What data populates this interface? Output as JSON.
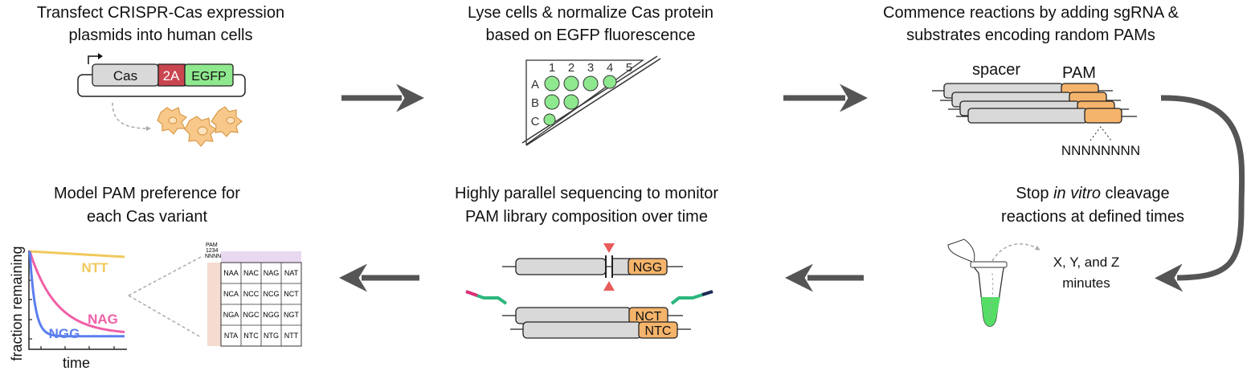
{
  "steps": {
    "transfect": {
      "line1": "Transfect CRISPR-Cas expression",
      "line2": "plasmids into human cells"
    },
    "lyse": {
      "line1": "Lyse cells & normalize Cas protein",
      "line2": "based on EGFP fluorescence"
    },
    "commence": {
      "line1": "Commence reactions by adding sgRNA &",
      "line2": "substrates encoding random PAMs"
    },
    "stop": {
      "line1_pre": "Stop ",
      "line1_em": "in vitro",
      "line1_post": " cleavage",
      "line2": "reactions at defined times"
    },
    "sequence": {
      "line1": "Highly parallel sequencing to monitor",
      "line2": "PAM library composition over time"
    },
    "model": {
      "line1": "Model PAM preference for",
      "line2": "each Cas variant"
    }
  },
  "plasmid": {
    "cas": "Cas",
    "t2a": "2A",
    "egfp": "EGFP"
  },
  "plate": {
    "cols": [
      "1",
      "2",
      "3",
      "4",
      "5"
    ],
    "rows": [
      "A",
      "B",
      "C"
    ]
  },
  "substrate": {
    "spacer": "spacer",
    "pam": "PAM",
    "random": "NNNNNNNN"
  },
  "times": {
    "line1": "X, Y, and Z",
    "line2": "minutes"
  },
  "sequencing": {
    "pam_cut": "NGG",
    "pam_a": "NCT",
    "pam_b": "NTC"
  },
  "pam_table": {
    "header": "PAM",
    "positions": "1234",
    "nnnn": "NNNN",
    "cells": [
      [
        "NAA",
        "NAC",
        "NAG",
        "NAT"
      ],
      [
        "NCA",
        "NCC",
        "NCG",
        "NCT"
      ],
      [
        "NGA",
        "NGC",
        "NGG",
        "NGT"
      ],
      [
        "NTA",
        "NTC",
        "NTG",
        "NTT"
      ]
    ]
  },
  "plot": {
    "xlabel": "time",
    "ylabel": "fraction remaining",
    "series": [
      {
        "name": "NTT",
        "color": "#f0c95c"
      },
      {
        "name": "NAG",
        "color": "#ef5fa7"
      },
      {
        "name": "NGG",
        "color": "#5b7ff0"
      }
    ]
  },
  "colors": {
    "cas": "#d9d9d9",
    "t2a": "#c9454f",
    "egfp": "#8ee88e",
    "pam": "#f5b46b",
    "arrow": "#555555",
    "cell": "#f7c88a"
  }
}
